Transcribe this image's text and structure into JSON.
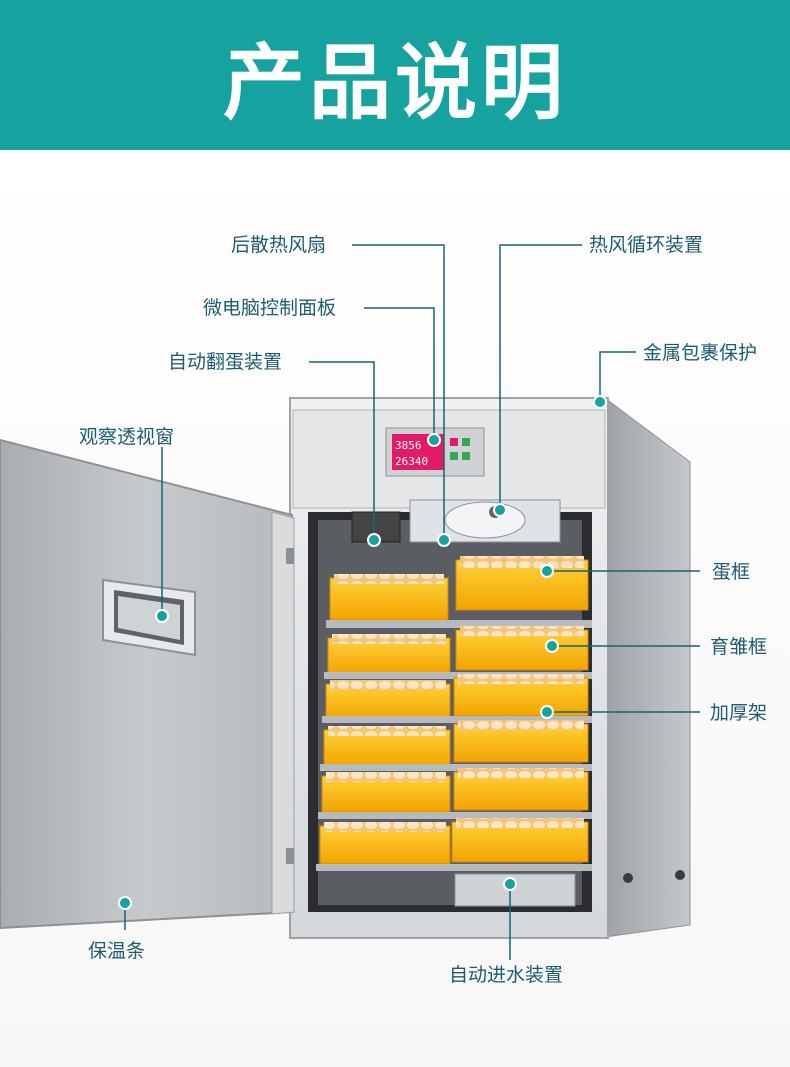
{
  "header": {
    "title": "产品说明"
  },
  "accent_color": "#16a3a0",
  "callouts": {
    "rear_fan": "后散热风扇",
    "control_panel": "微电脑控制面板",
    "auto_turning": "自动翻蛋装置",
    "viewing_window": "观察透视窗",
    "hot_air_circulation": "热风循环装置",
    "metal_wrap": "金属包裹保护",
    "egg_tray": "蛋框",
    "hatching_tray": "育雏框",
    "thick_rack": "加厚架",
    "insulation_strip": "保温条",
    "auto_water": "自动进水装置"
  },
  "display": {
    "line1": "3856",
    "line2": "26340"
  }
}
